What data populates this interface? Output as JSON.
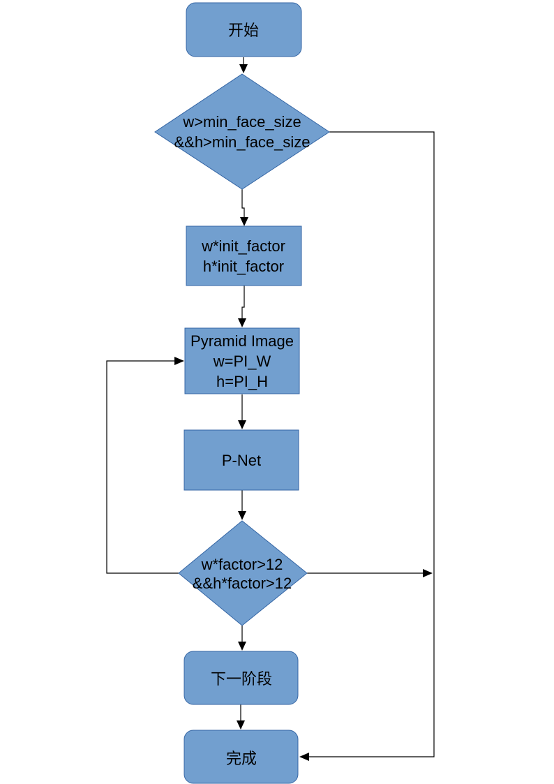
{
  "diagram": {
    "type": "flowchart",
    "colors": {
      "node_fill": "#729fcf",
      "node_border": "#3465a4",
      "connector": "#000000",
      "text": "#000000"
    },
    "nodes": {
      "start": {
        "shape": "rounded-rectangle",
        "text": "开始"
      },
      "check_min_size": {
        "shape": "diamond",
        "line1": "w>min_face_size",
        "line2": "&&h>min_face_size"
      },
      "init_scale": {
        "shape": "rectangle",
        "line1": "w*init_factor",
        "line2": "h*init_factor"
      },
      "pyramid_image": {
        "shape": "rectangle",
        "line1": "Pyramid Image",
        "line2": "w=PI_W",
        "line3": "h=PI_H"
      },
      "pnet": {
        "shape": "rectangle",
        "text": "P-Net"
      },
      "check_factor": {
        "shape": "diamond",
        "line1": "w*factor>12",
        "line2": "&&h*factor>12"
      },
      "next_stage": {
        "shape": "rounded-rectangle",
        "text": "下一阶段"
      },
      "done": {
        "shape": "rounded-rectangle",
        "text": "完成"
      }
    },
    "edges": [
      {
        "from": "start",
        "to": "check_min_size"
      },
      {
        "from": "check_min_size",
        "to": "init_scale"
      },
      {
        "from": "check_min_size",
        "to": "done"
      },
      {
        "from": "init_scale",
        "to": "pyramid_image"
      },
      {
        "from": "pyramid_image",
        "to": "pnet"
      },
      {
        "from": "pnet",
        "to": "check_factor"
      },
      {
        "from": "check_factor",
        "to": "pyramid_image"
      },
      {
        "from": "check_factor",
        "to": "done"
      },
      {
        "from": "check_factor",
        "to": "next_stage"
      },
      {
        "from": "next_stage",
        "to": "done"
      }
    ]
  }
}
